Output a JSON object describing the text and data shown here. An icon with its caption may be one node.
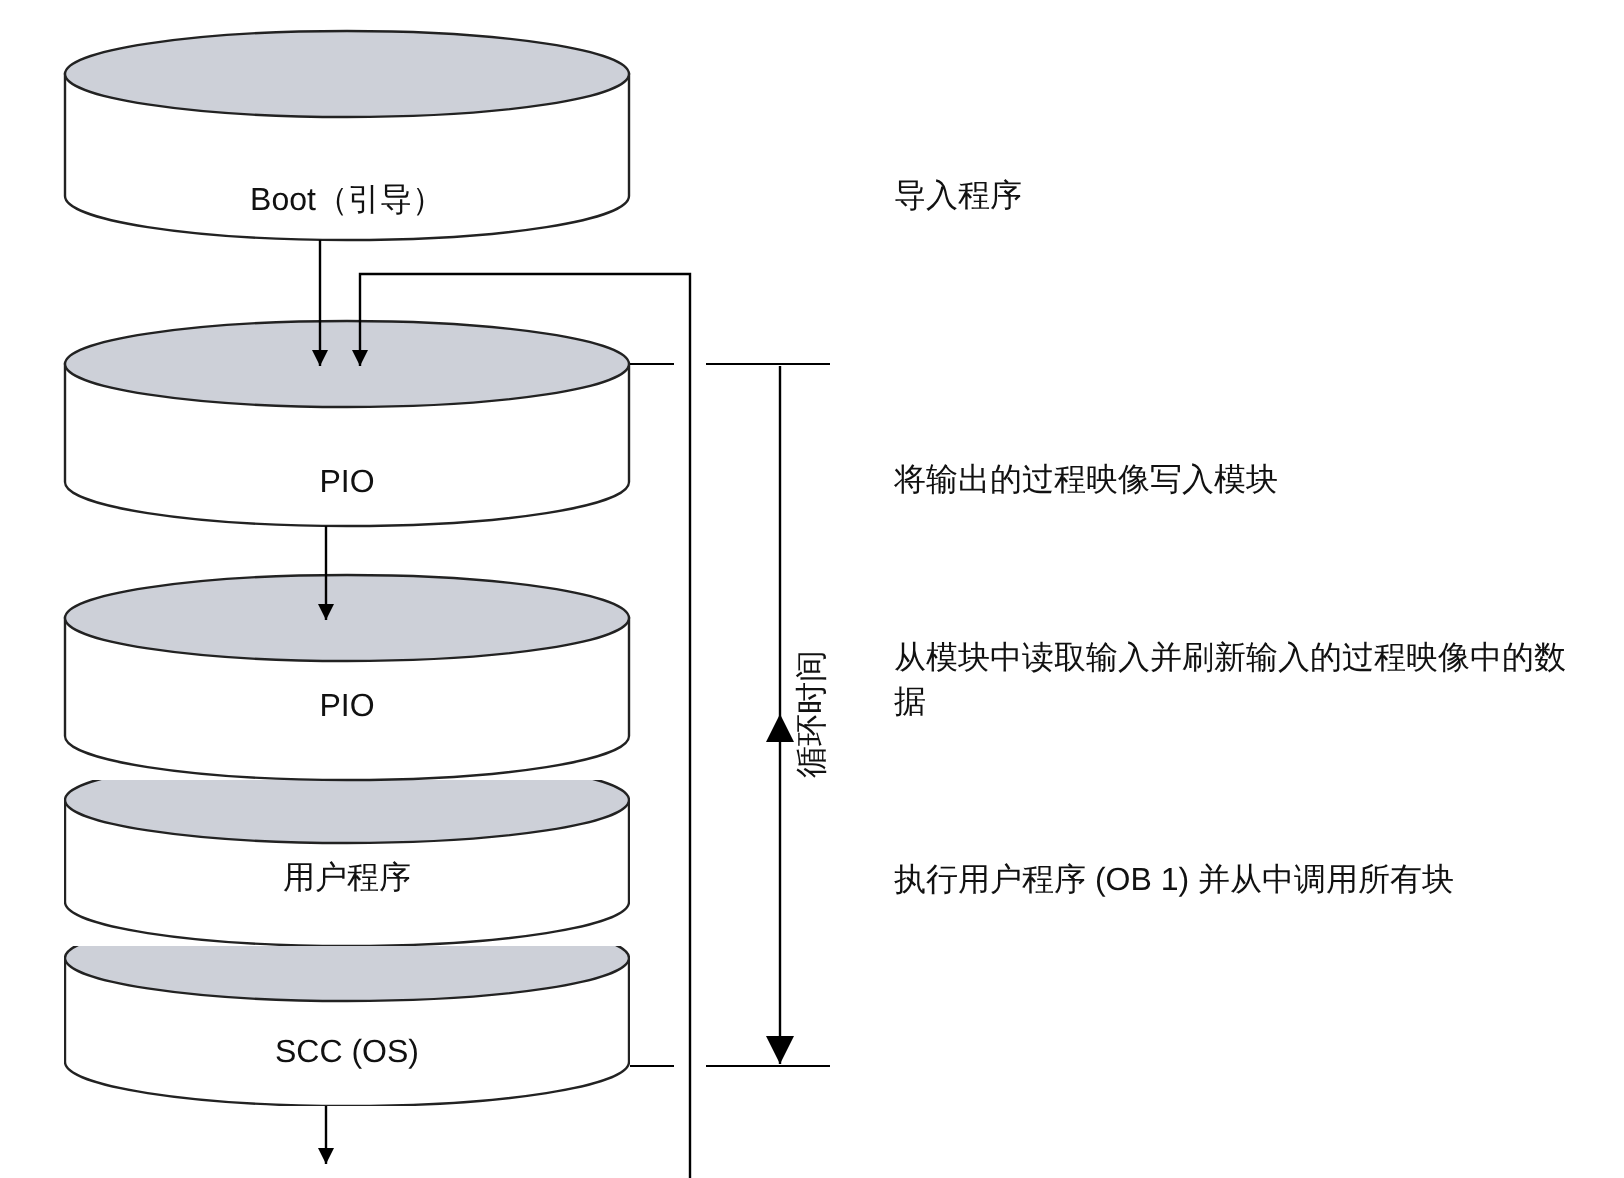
{
  "diagram": {
    "nodes": [
      {
        "text": [
          "Boot（引导）"
        ]
      },
      {
        "text": [
          "PIO"
        ]
      },
      {
        "text": [
          "PIO"
        ]
      },
      {
        "text": [
          "用户程序"
        ]
      },
      {
        "text": [
          "SCC (OS)"
        ]
      }
    ],
    "edges": [
      {
        "from": 0,
        "to": 1,
        "arrow": "to"
      },
      {
        "from": 1,
        "to": 2,
        "arrow": "to"
      },
      {
        "from": null,
        "to": 1,
        "arrow": "to"
      },
      {
        "from": 4,
        "to": null,
        "arrow": "to"
      }
    ],
    "labels": [
      "导入程序",
      "将输出的过程映像写入模块",
      "循环时间",
      "从模块中读取输入并刷新输入的过程映像中的数据",
      "执行用户程序 (OB 1) 并从中调用所有块"
    ]
  }
}
